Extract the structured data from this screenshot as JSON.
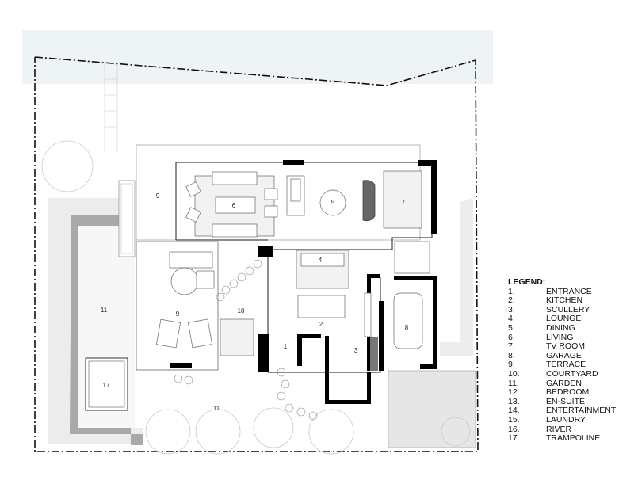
{
  "plan": {
    "rooms": [
      {
        "num": "9"
      },
      {
        "num": "6"
      },
      {
        "num": "5"
      },
      {
        "num": "7"
      },
      {
        "num": "4"
      },
      {
        "num": "9"
      },
      {
        "num": "10"
      },
      {
        "num": "11"
      },
      {
        "num": "2"
      },
      {
        "num": "1"
      },
      {
        "num": "3"
      },
      {
        "num": "8"
      },
      {
        "num": "17"
      },
      {
        "num": "11"
      }
    ],
    "colors": {
      "wall": "#000000",
      "river": "#eef3f6",
      "garden_edge": "#bdbdbd",
      "paving": "#e6e6e6"
    }
  },
  "legend": {
    "title": "LEGEND:",
    "items": [
      {
        "num": "1.",
        "label": "ENTRANCE"
      },
      {
        "num": "2.",
        "label": "KITCHEN"
      },
      {
        "num": "3.",
        "label": "SCULLERY"
      },
      {
        "num": "4.",
        "label": "LOUNGE"
      },
      {
        "num": "5.",
        "label": "DINING"
      },
      {
        "num": "6.",
        "label": "LIVING"
      },
      {
        "num": "7.",
        "label": "TV ROOM"
      },
      {
        "num": "8.",
        "label": "GARAGE"
      },
      {
        "num": "9.",
        "label": "TERRACE"
      },
      {
        "num": "10.",
        "label": "COURTYARD"
      },
      {
        "num": "11.",
        "label": "GARDEN"
      },
      {
        "num": "12.",
        "label": "BEDROOM"
      },
      {
        "num": "13.",
        "label": "EN-SUITE"
      },
      {
        "num": "14.",
        "label": "ENTERTAINMENT"
      },
      {
        "num": "15.",
        "label": "LAUNDRY"
      },
      {
        "num": "16.",
        "label": "RIVER"
      },
      {
        "num": "17.",
        "label": "TRAMPOLINE"
      }
    ]
  }
}
